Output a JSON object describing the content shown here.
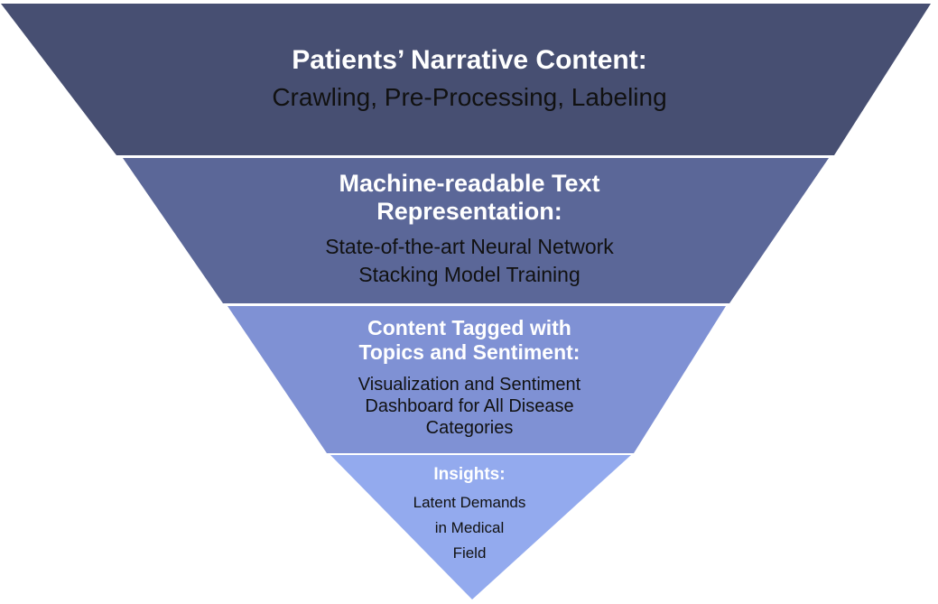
{
  "funnel": {
    "tiers": [
      {
        "title": "Patients’ Narrative Content:",
        "subtitle_lines": [
          "Crawling, Pre-Processing, Labeling"
        ],
        "color": "#474f72"
      },
      {
        "title_lines": [
          "Machine-readable Text",
          "Representation:"
        ],
        "subtitle_lines": [
          "State-of-the-art Neural Network",
          "Stacking Model Training"
        ],
        "color": "#5b6798"
      },
      {
        "title_lines": [
          "Content Tagged with",
          "Topics and Sentiment:"
        ],
        "subtitle_lines": [
          "Visualization and Sentiment",
          "Dashboard for All Disease",
          "Categories"
        ],
        "color": "#7f91d4"
      },
      {
        "title": "Insights:",
        "subtitle_lines": [
          "Latent Demands",
          "in Medical",
          "Field"
        ],
        "color": "#93aaee"
      }
    ]
  }
}
